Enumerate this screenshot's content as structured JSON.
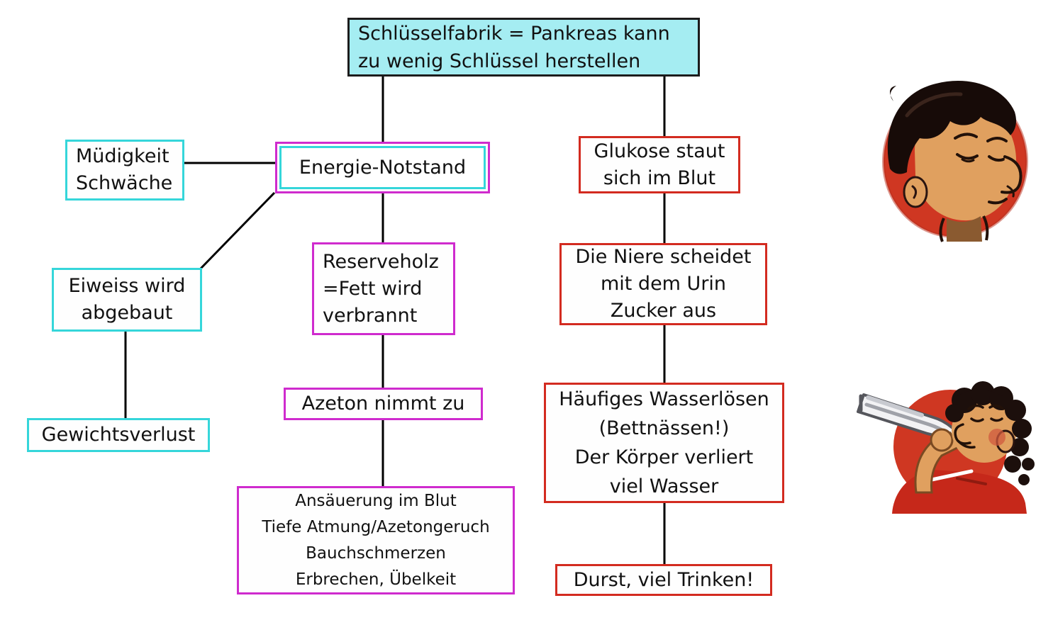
{
  "diagram": {
    "subject": "Diabetes Flussdiagramm",
    "colors": {
      "title_fill": "#a5edf2",
      "cyan_border": "#35d6da",
      "magenta_border": "#cf2bce",
      "red_border": "#d32b20",
      "line": "#000000",
      "figure_red": "#cf3722"
    },
    "nodes": {
      "title": {
        "lines": [
          "Schlüsselfabrik = Pankreas kann",
          "zu wenig Schlüssel herstellen"
        ]
      },
      "muedigkeit": {
        "lines": [
          "Müdigkeit",
          "Schwäche"
        ]
      },
      "energie": {
        "label": "Energie-Notstand"
      },
      "glukose": {
        "lines": [
          "Glukose staut",
          "sich im Blut"
        ]
      },
      "eiweiss": {
        "lines": [
          "Eiweiss wird",
          "abgebaut"
        ]
      },
      "reserveholz": {
        "lines": [
          "Reserveholz",
          "=Fett wird",
          "verbrannt"
        ]
      },
      "niere": {
        "lines": [
          "Die Niere scheidet",
          "mit dem Urin",
          "Zucker aus"
        ]
      },
      "azeton": {
        "label": "Azeton nimmt zu"
      },
      "wasserloesen": {
        "lines": [
          "Häufiges Wasserlösen",
          "(Bettnässen!)",
          "Der Körper verliert",
          "viel Wasser"
        ]
      },
      "gewichtsverlust": {
        "label": "Gewichtsverlust"
      },
      "ansaeuerung": {
        "lines": [
          "Ansäuerung im Blut",
          "Tiefe Atmung/Azetongeruch",
          "Bauchschmerzen",
          "Erbrechen, Übelkeit"
        ]
      },
      "durst": {
        "label": "Durst, viel Trinken!"
      }
    },
    "images": {
      "tired_face": "tired-boy-face-cartoon",
      "drinking_boy": "boy-drinking-from-bottle-cartoon"
    }
  }
}
